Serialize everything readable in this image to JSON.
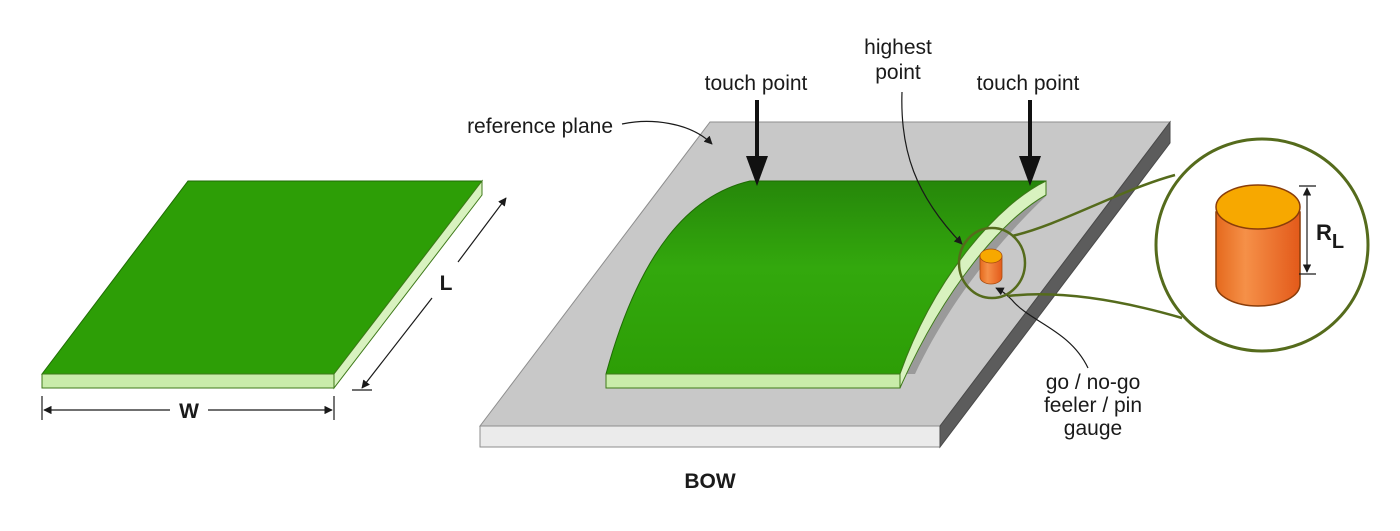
{
  "labels": {
    "width": "W",
    "length": "L",
    "reference_plane": "reference plane",
    "touch_point_left": "touch point",
    "touch_point_right": "touch point",
    "highest_point_line1": "highest",
    "highest_point_line2": "point",
    "gauge_line1": "go / no-go",
    "gauge_line2": "feeler / pin",
    "gauge_line3": "gauge",
    "rl_main": "R",
    "rl_sub": "L",
    "caption": "BOW"
  },
  "colors": {
    "board_green": "#2d9e06",
    "board_edge": "#c9ecaa",
    "plane_top": "#c8c8c8",
    "plane_side": "#5c5c5c",
    "plane_front": "#ebebeb",
    "gauge_orange": "#f07b26",
    "gauge_top": "#f7a800",
    "callout_ring": "#556b1c"
  },
  "icons": {
    "arrow": "down-arrow-icon",
    "dimension": "dimension-line-icon"
  }
}
